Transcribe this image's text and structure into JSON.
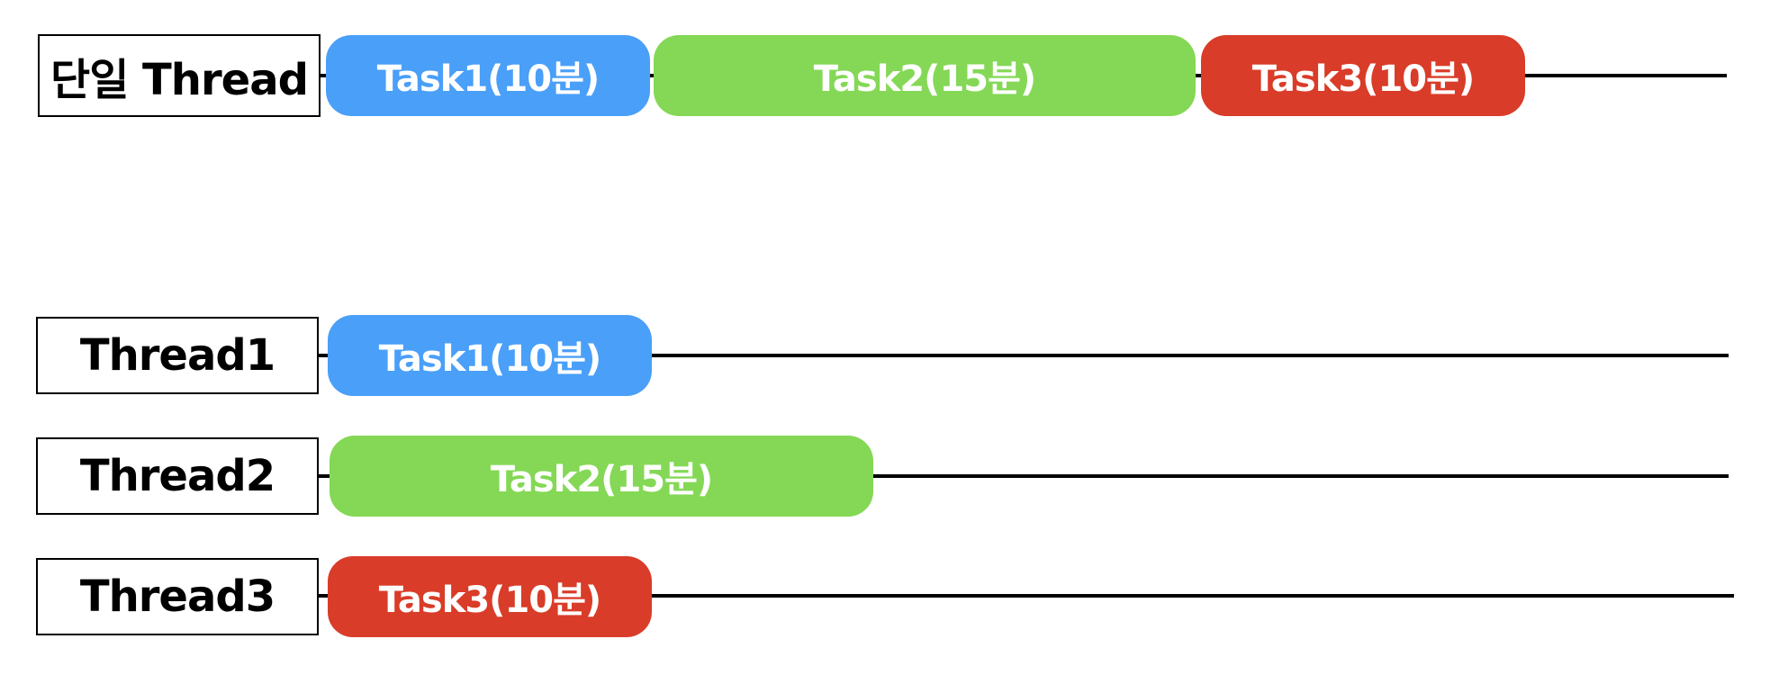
{
  "colors": {
    "task1": "#4a9ff8",
    "task2": "#84d855",
    "task3": "#d93c28",
    "line": "#000000",
    "text_on_task": "#ffffff"
  },
  "single": {
    "label": "단일 Thread",
    "tasks": [
      {
        "label": "Task1(10분)"
      },
      {
        "label": "Task2(15분)"
      },
      {
        "label": "Task3(10분)"
      }
    ]
  },
  "multi": [
    {
      "label": "Thread1",
      "task": {
        "label": "Task1(10분)"
      }
    },
    {
      "label": "Thread2",
      "task": {
        "label": "Task2(15분)"
      }
    },
    {
      "label": "Thread3",
      "task": {
        "label": "Task3(10분)"
      }
    }
  ]
}
